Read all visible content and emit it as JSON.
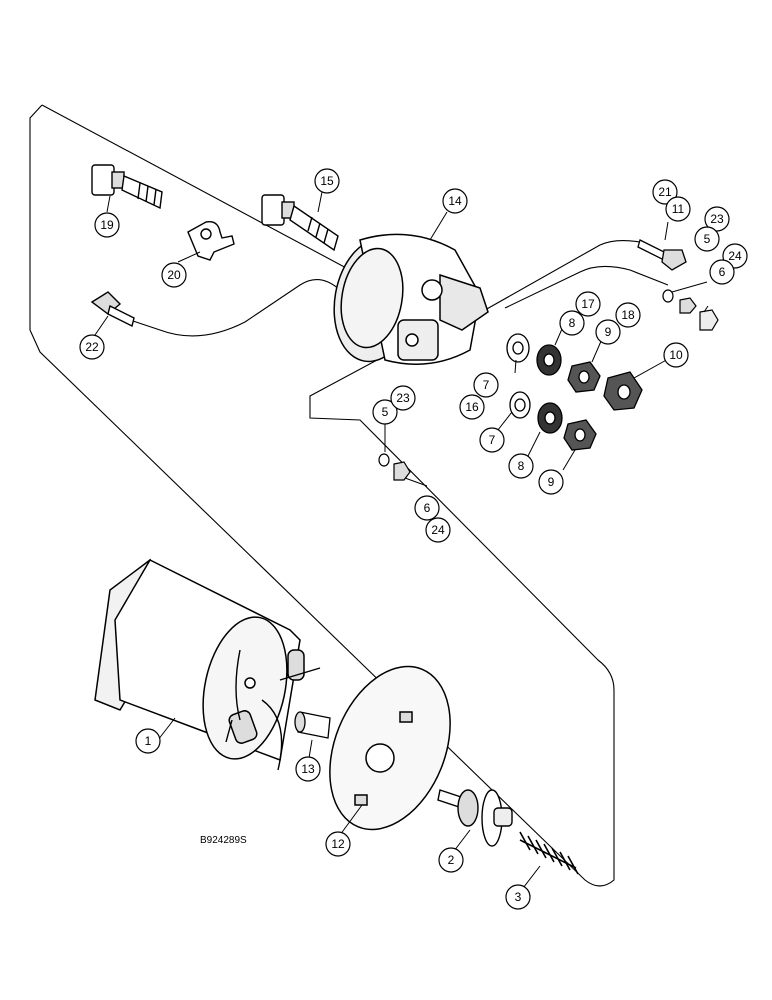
{
  "figure_id": "B924289S",
  "callouts": [
    {
      "id": "c1",
      "label": "1"
    },
    {
      "id": "c2",
      "label": "2"
    },
    {
      "id": "c3",
      "label": "3"
    },
    {
      "id": "c5a",
      "label": "5"
    },
    {
      "id": "c5b",
      "label": "5"
    },
    {
      "id": "c6a",
      "label": "6"
    },
    {
      "id": "c6b",
      "label": "6"
    },
    {
      "id": "c7a",
      "label": "7"
    },
    {
      "id": "c7b",
      "label": "7"
    },
    {
      "id": "c8a",
      "label": "8"
    },
    {
      "id": "c8b",
      "label": "8"
    },
    {
      "id": "c9a",
      "label": "9"
    },
    {
      "id": "c9b",
      "label": "9"
    },
    {
      "id": "c10",
      "label": "10"
    },
    {
      "id": "c11",
      "label": "11"
    },
    {
      "id": "c12",
      "label": "12"
    },
    {
      "id": "c13",
      "label": "13"
    },
    {
      "id": "c14",
      "label": "14"
    },
    {
      "id": "c15",
      "label": "15"
    },
    {
      "id": "c16",
      "label": "16"
    },
    {
      "id": "c17",
      "label": "17"
    },
    {
      "id": "c18",
      "label": "18"
    },
    {
      "id": "c19",
      "label": "19"
    },
    {
      "id": "c20",
      "label": "20"
    },
    {
      "id": "c21",
      "label": "21"
    },
    {
      "id": "c22",
      "label": "22"
    },
    {
      "id": "c23a",
      "label": "23"
    },
    {
      "id": "c23b",
      "label": "23"
    },
    {
      "id": "c24a",
      "label": "24"
    },
    {
      "id": "c24b",
      "label": "24"
    }
  ]
}
